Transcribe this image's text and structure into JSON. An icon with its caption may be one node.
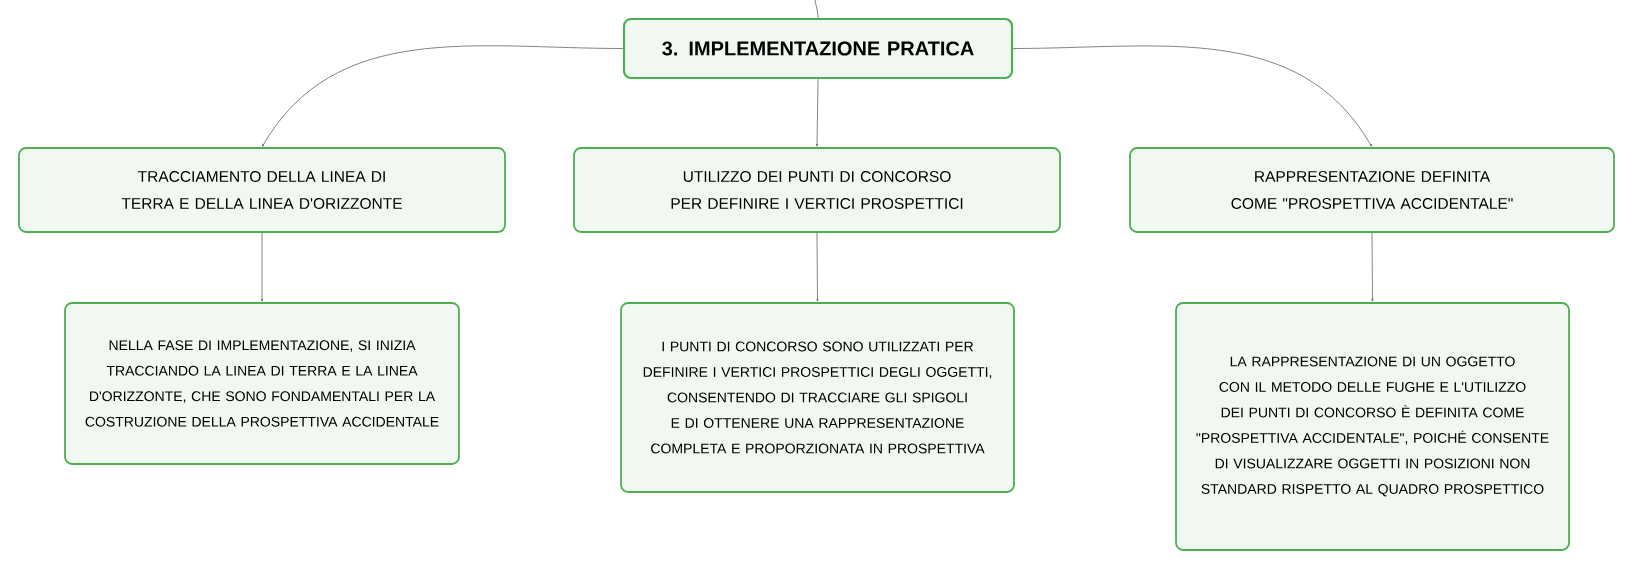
{
  "diagram": {
    "nodes": [
      {
        "text": [
          "3. IMPLEMENTAZIONE PRATICA"
        ]
      },
      {
        "text": [
          "TRACCIAMENTO DELLA LINEA DI TERRA E DELLA LINEA D'ORIZZONTE"
        ]
      },
      {
        "text": [
          "UTILIZZO DEI PUNTI DI CONCORSO PER DEFINIRE I VERTICI PROSPETTICI"
        ]
      },
      {
        "text": [
          "RAPPRESENTAZIONE DEFINITA COME \"PROSPETTIVA ACCIDENTALE\""
        ]
      },
      {
        "text": [
          "NELLA FASE DI IMPLEMENTAZIONE, SI INIZIA TRACCIANDO LA LINEA DI TERRA E LA LINEA D'ORIZZONTE, CHE SONO FONDAMENTALI PER LA COSTRUZIONE DELLA PROSPETTIVA ACCIDENTALE"
        ]
      },
      {
        "text": [
          "I PUNTI DI CONCORSO SONO UTILIZZATI PER DEFINIRE I VERTICI PROSPETTICI DEGLI OGGETTI, CONSENTENDO DI TRACCIARE GLI SPIGOLI E DI OTTENERE UNA RAPPRESENTAZIONE COMPLETA E PROPORZIONATA IN PROSPETTIVA"
        ]
      },
      {
        "text": [
          "LA RAPPRESENTAZIONE DI UN OGGETTO CON IL METODO DELLE FUGHE E L'UTILIZZO DEI PUNTI DI CONCORSO È DEFINITA COME \"PROSPETTIVA ACCIDENTALE\", POICHÉ CONSENTE DI VISUALIZZARE OGGETTI IN POSIZIONI NON STANDARD RISPETTO AL QUADRO PROSPETTICO"
        ]
      }
    ],
    "edges": [
      {
        "from": null,
        "to": 0,
        "arrow": "none"
      },
      {
        "from": 0,
        "to": 1,
        "arrow": "to"
      },
      {
        "from": 0,
        "to": 2,
        "arrow": "to"
      },
      {
        "from": 0,
        "to": 3,
        "arrow": "to"
      },
      {
        "from": 1,
        "to": 4,
        "arrow": "to"
      },
      {
        "from": 2,
        "to": 5,
        "arrow": "to"
      },
      {
        "from": 3,
        "to": 6,
        "arrow": "to"
      }
    ]
  }
}
